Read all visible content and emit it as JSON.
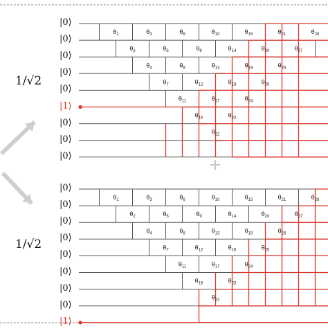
{
  "normalization": "1/√2",
  "plus_sign": "+",
  "top_circuit": {
    "input_states": [
      "|0⟩",
      "|0⟩",
      "|0⟩",
      "|0⟩",
      "|0⟩",
      "|1⟩",
      "|0⟩",
      "|0⟩",
      "|0⟩"
    ],
    "excited_wire": 6
  },
  "bottom_circuit": {
    "input_states": [
      "|0⟩",
      "|0⟩",
      "|0⟩",
      "|0⟩",
      "|0⟩",
      "|0⟩",
      "|0⟩",
      "|0⟩",
      "|1⟩"
    ],
    "excited_wire": 9
  },
  "gate_symbol": "θ",
  "gate_indices": [
    1,
    2,
    3,
    4,
    5,
    6,
    7,
    8,
    9,
    10,
    11,
    12,
    13,
    14,
    15,
    16,
    17,
    18,
    19,
    20,
    21,
    22,
    23,
    24,
    25,
    26,
    27,
    28
  ],
  "colors": {
    "wire": "#555555",
    "excited": "#d9342b",
    "arrow": "#cfcfcf",
    "frame": "#888888"
  }
}
